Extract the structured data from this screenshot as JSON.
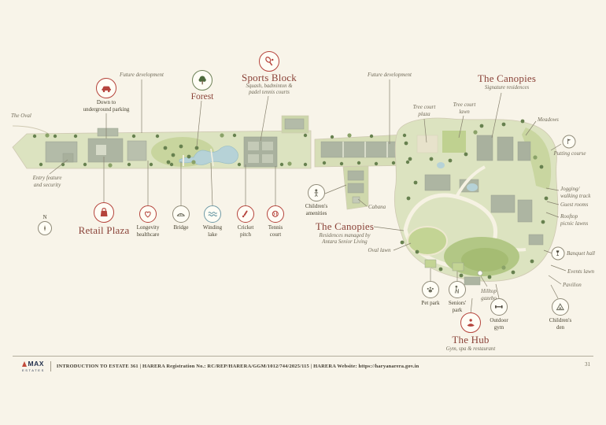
{
  "slide": {
    "background": "#f8f4e9",
    "accent_red": "#b5443c",
    "heading_color": "#8a4238"
  },
  "labels": {
    "oval": "The Oval",
    "future_dev_left": "Future development",
    "parking": "Down to\nunderground parking",
    "forest": "Forest",
    "sports_title": "Sports Block",
    "sports_sub": "Squash, badminton &\npadel tennis courts",
    "future_dev_right": "Future development",
    "canopies_top_title": "The Canopies",
    "canopies_top_sub": "Signature residences",
    "tree_court_plaza": "Tree court\nplaza",
    "tree_court_lawn": "Tree court\nlawn",
    "meadows": "Meadows",
    "putting_course": "Putting course",
    "entry": "Entry feature\nand security",
    "compass_n": "N",
    "retail": "Retail Plaza",
    "longevity": "Longevity\nhealthcare",
    "bridge": "Bridge",
    "winding_lake": "Winding\nlake",
    "cricket": "Cricket\npitch",
    "tennis": "Tennis\ncourt",
    "children_amenities": "Children's\namenities",
    "cabana": "Cabana",
    "canopies_mid_title": "The Canopies",
    "canopies_mid_sub": "Residences managed by\nAntara Senior Living",
    "oval_lawn": "Oval lawn",
    "jogging": "Jogging/\nwalking track",
    "guest_rooms": "Guest rooms",
    "rooftop": "Rooftop\npicnic lawns",
    "banquet": "Banquet hall",
    "events_lawn": "Events lawn",
    "pavilion": "Pavilion",
    "pet_park": "Pet park",
    "seniors_park": "Seniors'\npark",
    "hilltop_gazebo": "Hilltop\ngazebo",
    "outdoor_gym": "Outdoor\ngym",
    "children_den": "Children's\nden",
    "hub_title": "The Hub",
    "hub_sub": "Gym, spa & restaurant"
  },
  "icons": {
    "car-icon": "underground parking",
    "tree-icon": "forest",
    "racket-icon": "sports block",
    "bag-icon": "retail plaza",
    "heart-icon": "longevity healthcare",
    "bridge-icon": "bridge",
    "waves-icon": "winding lake",
    "cricket-icon": "cricket pitch",
    "tennis-icon": "tennis court",
    "kids-icon": "children's amenities",
    "flag-icon": "putting course",
    "glass-icon": "banquet hall",
    "paw-icon": "pet park",
    "senior-icon": "seniors' park",
    "dumbbell-icon": "outdoor gym",
    "tent-icon": "children's den",
    "spa-icon": "the hub"
  },
  "footer": {
    "logo_primary": "MAX",
    "logo_secondary": "ESTATES",
    "text": "INTRODUCTION TO ESTATE 361 | HARERA Registration No.: RC/REP/HARERA/GGM/1012/744/2025/115 | HARERA Website: https://haryanarera.gov.in",
    "page_number": "31"
  }
}
